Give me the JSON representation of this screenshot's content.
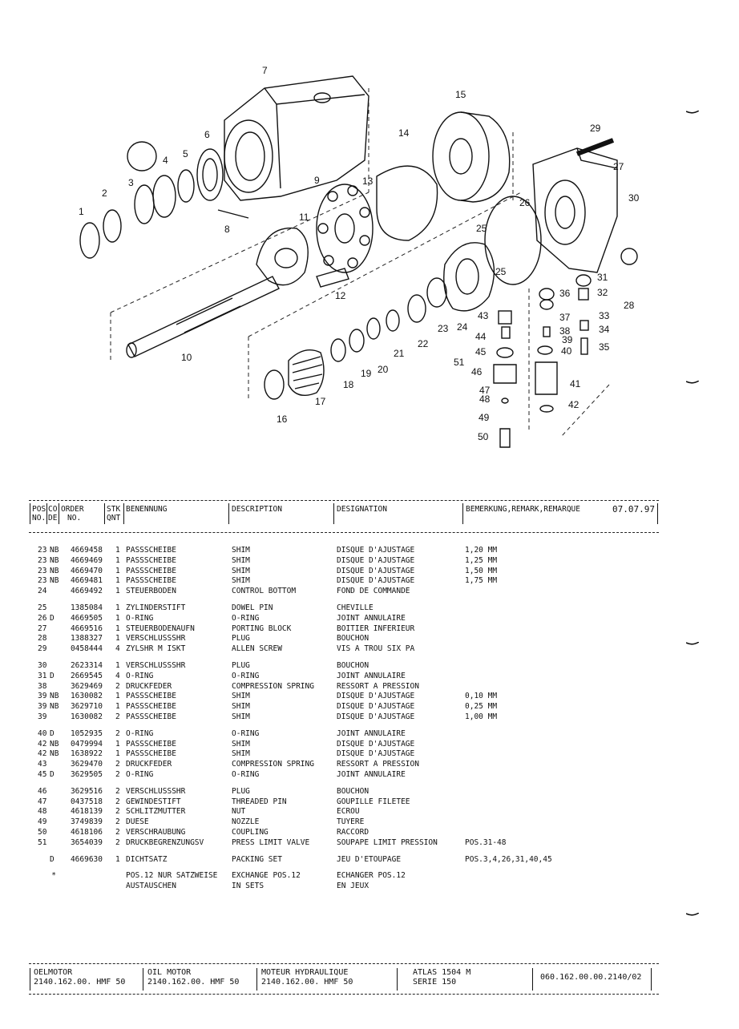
{
  "diagram": {
    "callouts": [
      "1",
      "2",
      "3",
      "4",
      "5",
      "6",
      "7",
      "8",
      "9",
      "10",
      "11",
      "12",
      "13",
      "14",
      "15",
      "16",
      "17",
      "18",
      "19",
      "20",
      "21",
      "22",
      "23",
      "24",
      "25",
      "25",
      "26",
      "27",
      "28",
      "29",
      "30",
      "31",
      "32",
      "33",
      "34",
      "35",
      "36",
      "37",
      "38",
      "39",
      "40",
      "41",
      "42",
      "43",
      "44",
      "45",
      "46",
      "47",
      "48",
      "49",
      "50",
      "51"
    ]
  },
  "header": {
    "pos": "POS",
    "no": "NO.",
    "co": "CO",
    "de": "DE",
    "order": "ORDER",
    "order_no": "NO.",
    "stk": "STK",
    "qnt": "QNT",
    "benennung": "BENENNUNG",
    "description": "DESCRIPTION",
    "designation": "DESIGNATION",
    "remark": "BEMERKUNG,REMARK,REMARQUE",
    "date": "07.07.97"
  },
  "groups": [
    [
      {
        "pos": "23",
        "co": "NB",
        "order": "4669458",
        "qty": "1",
        "ben": "PASSSCHEIBE",
        "desc": "SHIM",
        "desig": "DISQUE D'AJUSTAGE",
        "rem": "1,20 MM"
      },
      {
        "pos": "23",
        "co": "NB",
        "order": "4669469",
        "qty": "1",
        "ben": "PASSSCHEIBE",
        "desc": "SHIM",
        "desig": "DISQUE D'AJUSTAGE",
        "rem": "1,25 MM"
      },
      {
        "pos": "23",
        "co": "NB",
        "order": "4669470",
        "qty": "1",
        "ben": "PASSSCHEIBE",
        "desc": "SHIM",
        "desig": "DISQUE D'AJUSTAGE",
        "rem": "1,50 MM"
      },
      {
        "pos": "23",
        "co": "NB",
        "order": "4669481",
        "qty": "1",
        "ben": "PASSSCHEIBE",
        "desc": "SHIM",
        "desig": "DISQUE D'AJUSTAGE",
        "rem": "1,75 MM"
      },
      {
        "pos": "24",
        "co": "",
        "order": "4669492",
        "qty": "1",
        "ben": "STEUERBODEN",
        "desc": "CONTROL BOTTOM",
        "desig": "FOND DE COMMANDE",
        "rem": ""
      }
    ],
    [
      {
        "pos": "25",
        "co": "",
        "order": "1385084",
        "qty": "1",
        "ben": "ZYLINDERSTIFT",
        "desc": "DOWEL PIN",
        "desig": "CHEVILLE",
        "rem": ""
      },
      {
        "pos": "26",
        "co": "D",
        "order": "4669505",
        "qty": "1",
        "ben": "O-RING",
        "desc": "O-RING",
        "desig": "JOINT ANNULAIRE",
        "rem": ""
      },
      {
        "pos": "27",
        "co": "",
        "order": "4669516",
        "qty": "1",
        "ben": "STEUERBODENAUFN",
        "desc": "PORTING BLOCK",
        "desig": "BOITIER INFERIEUR",
        "rem": ""
      },
      {
        "pos": "28",
        "co": "",
        "order": "1388327",
        "qty": "1",
        "ben": "VERSCHLUSSSHR",
        "desc": "PLUG",
        "desig": "BOUCHON",
        "rem": ""
      },
      {
        "pos": "29",
        "co": "",
        "order": "0458444",
        "qty": "4",
        "ben": "ZYLSHR M ISKT",
        "desc": "ALLEN SCREW",
        "desig": "VIS A TROU SIX PA",
        "rem": ""
      }
    ],
    [
      {
        "pos": "30",
        "co": "",
        "order": "2623314",
        "qty": "1",
        "ben": "VERSCHLUSSSHR",
        "desc": "PLUG",
        "desig": "BOUCHON",
        "rem": ""
      },
      {
        "pos": "31",
        "co": "D",
        "order": "2669545",
        "qty": "4",
        "ben": "O-RING",
        "desc": "O-RING",
        "desig": "JOINT ANNULAIRE",
        "rem": ""
      },
      {
        "pos": "38",
        "co": "",
        "order": "3629469",
        "qty": "2",
        "ben": "DRUCKFEDER",
        "desc": "COMPRESSION SPRING",
        "desig": "RESSORT A PRESSION",
        "rem": ""
      },
      {
        "pos": "39",
        "co": "NB",
        "order": "1630082",
        "qty": "1",
        "ben": "PASSSCHEIBE",
        "desc": "SHIM",
        "desig": "DISQUE D'AJUSTAGE",
        "rem": "0,10 MM"
      },
      {
        "pos": "39",
        "co": "NB",
        "order": "3629710",
        "qty": "1",
        "ben": "PASSSCHEIBE",
        "desc": "SHIM",
        "desig": "DISQUE D'AJUSTAGE",
        "rem": "0,25 MM"
      },
      {
        "pos": "39",
        "co": "",
        "order": "1630082",
        "qty": "2",
        "ben": "PASSSCHEIBE",
        "desc": "SHIM",
        "desig": "DISQUE D'AJUSTAGE",
        "rem": "1,00 MM"
      }
    ],
    [
      {
        "pos": "40",
        "co": "D",
        "order": "1052935",
        "qty": "2",
        "ben": "O-RING",
        "desc": "O-RING",
        "desig": "JOINT ANNULAIRE",
        "rem": ""
      },
      {
        "pos": "42",
        "co": "NB",
        "order": "0479994",
        "qty": "1",
        "ben": "PASSSCHEIBE",
        "desc": "SHIM",
        "desig": "DISQUE D'AJUSTAGE",
        "rem": ""
      },
      {
        "pos": "42",
        "co": "NB",
        "order": "1638922",
        "qty": "1",
        "ben": "PASSSCHEIBE",
        "desc": "SHIM",
        "desig": "DISQUE D'AJUSTAGE",
        "rem": ""
      },
      {
        "pos": "43",
        "co": "",
        "order": "3629470",
        "qty": "2",
        "ben": "DRUCKFEDER",
        "desc": "COMPRESSION SPRING",
        "desig": "RESSORT A PRESSION",
        "rem": ""
      },
      {
        "pos": "45",
        "co": "D",
        "order": "3629505",
        "qty": "2",
        "ben": "O-RING",
        "desc": "O-RING",
        "desig": "JOINT ANNULAIRE",
        "rem": ""
      }
    ],
    [
      {
        "pos": "46",
        "co": "",
        "order": "3629516",
        "qty": "2",
        "ben": "VERSCHLUSSSHR",
        "desc": "PLUG",
        "desig": "BOUCHON",
        "rem": ""
      },
      {
        "pos": "47",
        "co": "",
        "order": "0437518",
        "qty": "2",
        "ben": "GEWINDESTIFT",
        "desc": "THREADED PIN",
        "desig": "GOUPILLE FILETEE",
        "rem": ""
      },
      {
        "pos": "48",
        "co": "",
        "order": "4618139",
        "qty": "2",
        "ben": "SCHLITZMUTTER",
        "desc": "NUT",
        "desig": "ECROU",
        "rem": ""
      },
      {
        "pos": "49",
        "co": "",
        "order": "3749839",
        "qty": "2",
        "ben": "DUESE",
        "desc": "NOZZLE",
        "desig": "TUYERE",
        "rem": ""
      },
      {
        "pos": "50",
        "co": "",
        "order": "4618106",
        "qty": "2",
        "ben": "VERSCHRAUBUNG",
        "desc": "COUPLING",
        "desig": "RACCORD",
        "rem": ""
      },
      {
        "pos": "51",
        "co": "",
        "order": "3654039",
        "qty": "2",
        "ben": "DRUCKBEGRENZUNGSV",
        "desc": "PRESS LIMIT VALVE",
        "desig": "SOUPAPE LIMIT PRESSION",
        "rem": "POS.31-48"
      }
    ],
    [
      {
        "pos": "",
        "co": "D",
        "order": "4669630",
        "qty": "1",
        "ben": "DICHTSATZ",
        "desc": "PACKING SET",
        "desig": "JEU D'ETOUPAGE",
        "rem": "POS.3,4,26,31,40,45"
      }
    ]
  ],
  "note": {
    "mark": "*",
    "ben_1": "POS.12 NUR SATZWEISE",
    "ben_2": "AUSTAUSCHEN",
    "desc_1": "EXCHANGE POS.12",
    "desc_2": "IN SETS",
    "desig_1": "ECHANGER POS.12",
    "desig_2": "EN JEUX"
  },
  "footer": {
    "de_name": "OELMOTOR",
    "de_code": "2140.162.00. HMF 50",
    "en_name": "OIL MOTOR",
    "en_code": "2140.162.00. HMF 50",
    "fr_name": "MOTEUR HYDRAULIQUE",
    "fr_code": "2140.162.00. HMF 50",
    "machine": "ATLAS 1504 M",
    "series": "SERIE 150",
    "doc_no": "060.162.00.00.2140/02"
  }
}
